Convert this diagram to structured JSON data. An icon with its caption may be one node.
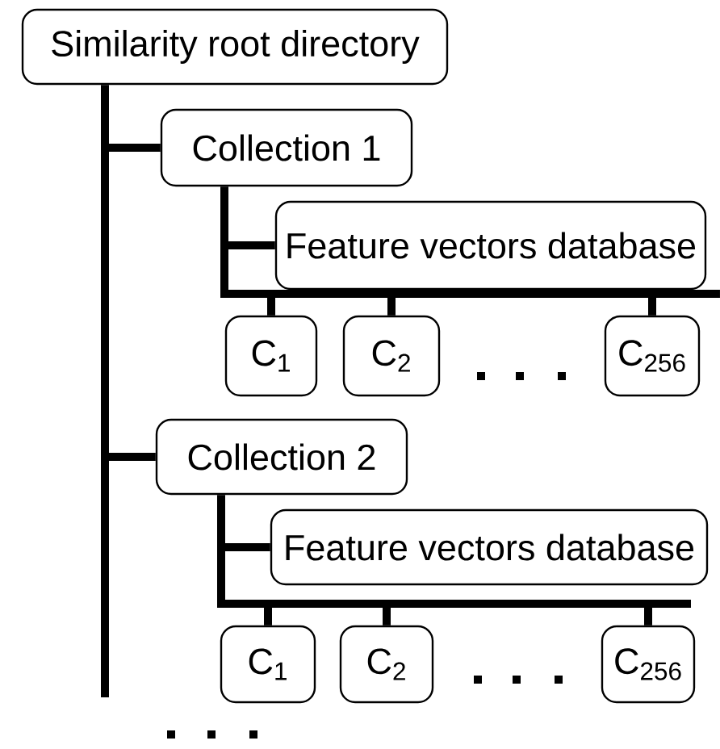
{
  "diagram": {
    "nodes": [
      {
        "text": [
          "Similarity root directory"
        ]
      },
      {
        "text": [
          "Collection 1"
        ]
      },
      {
        "text": [
          "Feature vectors database"
        ]
      },
      {
        "text": [
          "C$_{1}$"
        ]
      },
      {
        "text": [
          "C$_{2}$"
        ]
      },
      {
        "text": [
          "C$_{256}$"
        ]
      },
      {
        "text": [
          "Collection 2"
        ]
      },
      {
        "text": [
          "Feature vectors database"
        ]
      },
      {
        "text": [
          "C$_{1}$"
        ]
      },
      {
        "text": [
          "C$_{2}$"
        ]
      },
      {
        "text": [
          "C$_{256}$"
        ]
      }
    ],
    "edges": [
      {
        "from": 0,
        "to": 1,
        "arrow": "none"
      },
      {
        "from": 0,
        "to": 6,
        "arrow": "none"
      },
      {
        "from": 1,
        "to": 2,
        "arrow": "none"
      },
      {
        "from": 1,
        "to": 3,
        "arrow": "none"
      },
      {
        "from": 1,
        "to": 4,
        "arrow": "none"
      },
      {
        "from": 1,
        "to": 5,
        "arrow": "none"
      },
      {
        "from": 6,
        "to": 7,
        "arrow": "none"
      },
      {
        "from": 6,
        "to": 8,
        "arrow": "none"
      },
      {
        "from": 6,
        "to": 9,
        "arrow": "none"
      },
      {
        "from": 6,
        "to": 10,
        "arrow": "none"
      }
    ]
  }
}
